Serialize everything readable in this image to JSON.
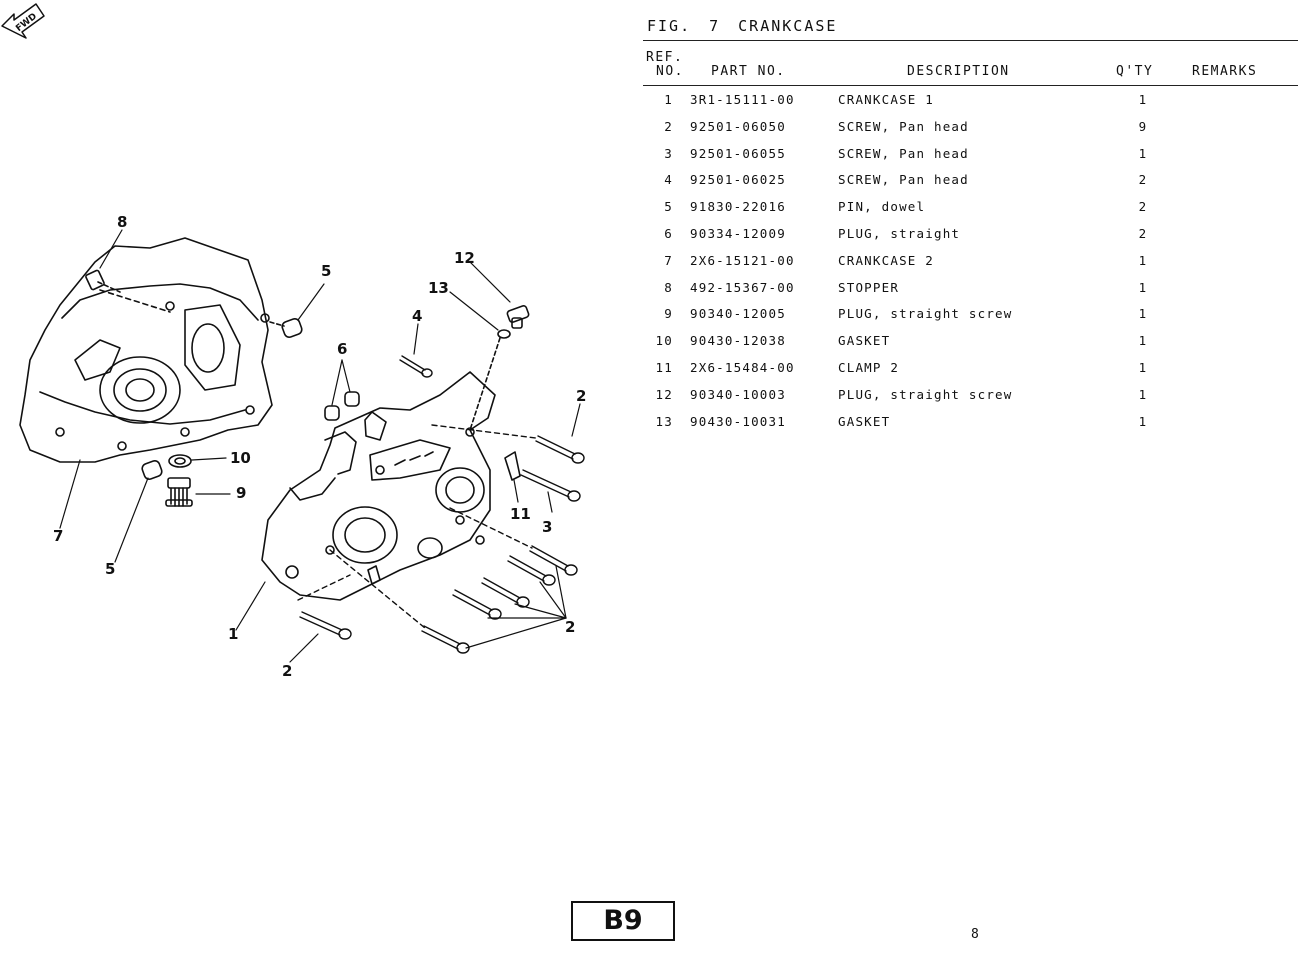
{
  "figure": {
    "prefix": "FIG.",
    "number": "7",
    "title": "CRANKCASE"
  },
  "columns": {
    "ref_line1": "REF.",
    "ref_line2": "NO.",
    "part_no": "PART NO.",
    "description": "DESCRIPTION",
    "qty": "Q'TY",
    "remarks": "REMARKS"
  },
  "parts": [
    {
      "ref": "1",
      "part_no": "3R1-15111-00",
      "description": "CRANKCASE 1",
      "qty": "1"
    },
    {
      "ref": "2",
      "part_no": "92501-06050",
      "description": "SCREW, Pan head",
      "qty": "9"
    },
    {
      "ref": "3",
      "part_no": "92501-06055",
      "description": "SCREW, Pan head",
      "qty": "1"
    },
    {
      "ref": "4",
      "part_no": "92501-06025",
      "description": "SCREW, Pan head",
      "qty": "2"
    },
    {
      "ref": "5",
      "part_no": "91830-22016",
      "description": "PIN, dowel",
      "qty": "2"
    },
    {
      "ref": "6",
      "part_no": "90334-12009",
      "description": "PLUG, straight",
      "qty": "2"
    },
    {
      "ref": "7",
      "part_no": "2X6-15121-00",
      "description": "CRANKCASE 2",
      "qty": "1"
    },
    {
      "ref": "8",
      "part_no": "492-15367-00",
      "description": "STOPPER",
      "qty": "1"
    },
    {
      "ref": "9",
      "part_no": "90340-12005",
      "description": "PLUG, straight screw",
      "qty": "1"
    },
    {
      "ref": "10",
      "part_no": "90430-12038",
      "description": "GASKET",
      "qty": "1"
    },
    {
      "ref": "11",
      "part_no": "2X6-15484-00",
      "description": "CLAMP 2",
      "qty": "1"
    },
    {
      "ref": "12",
      "part_no": "90340-10003",
      "description": "PLUG, straight screw",
      "qty": "1"
    },
    {
      "ref": "13",
      "part_no": "90430-10031",
      "description": "GASKET",
      "qty": "1"
    }
  ],
  "callouts": {
    "c1": "1",
    "c2a": "2",
    "c2b": "2",
    "c2c": "2",
    "c3": "3",
    "c4": "4",
    "c5a": "5",
    "c5b": "5",
    "c6": "6",
    "c7": "7",
    "c8": "8",
    "c9": "9",
    "c10": "10",
    "c11": "11",
    "c12": "12",
    "c13": "13"
  },
  "forward_mark": "FWD",
  "section_badge": "B9",
  "page_number": "8"
}
